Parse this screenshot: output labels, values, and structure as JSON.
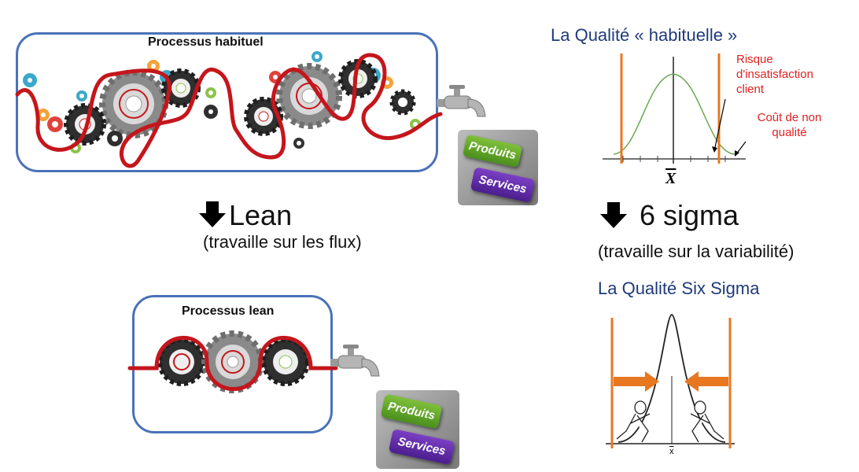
{
  "top_process": {
    "title": "Processus habituel"
  },
  "lean_process": {
    "title": "Processus lean"
  },
  "keys_top": {
    "produits": "Produits",
    "services": "Services"
  },
  "keys_bottom": {
    "produits": "Produits",
    "services": "Services"
  },
  "lean": {
    "label": "Lean",
    "subtitle": "(travaille sur les flux)"
  },
  "sigma": {
    "label": "6 sigma",
    "subtitle": "(travaille sur la variabilité)"
  },
  "quality_usual": {
    "title": "La Qualité « habituelle »",
    "risk_label": "Risque d'insatisfaction client",
    "cost_label": "Coût de non qualité",
    "xbar": "X"
  },
  "quality_six_sigma": {
    "title": "La Qualité  Six Sigma",
    "xbar": "x"
  },
  "colors": {
    "box_border": "#4a72b8",
    "red_line": "#c4161c",
    "orange": "#e87722",
    "navy": "#1f3a7a",
    "annot_red": "#e02020"
  }
}
